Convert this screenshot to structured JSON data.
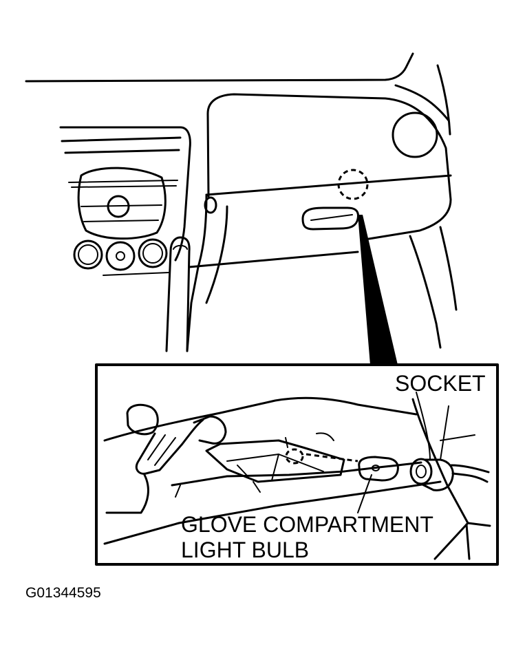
{
  "labels": {
    "socket": "SOCKET",
    "bulb_line1": "GLOVE COMPARTMENT",
    "bulb_line2": "LIGHT BULB",
    "figure_id": "G01344595"
  },
  "colors": {
    "ink": "#000000",
    "paper": "#ffffff"
  }
}
